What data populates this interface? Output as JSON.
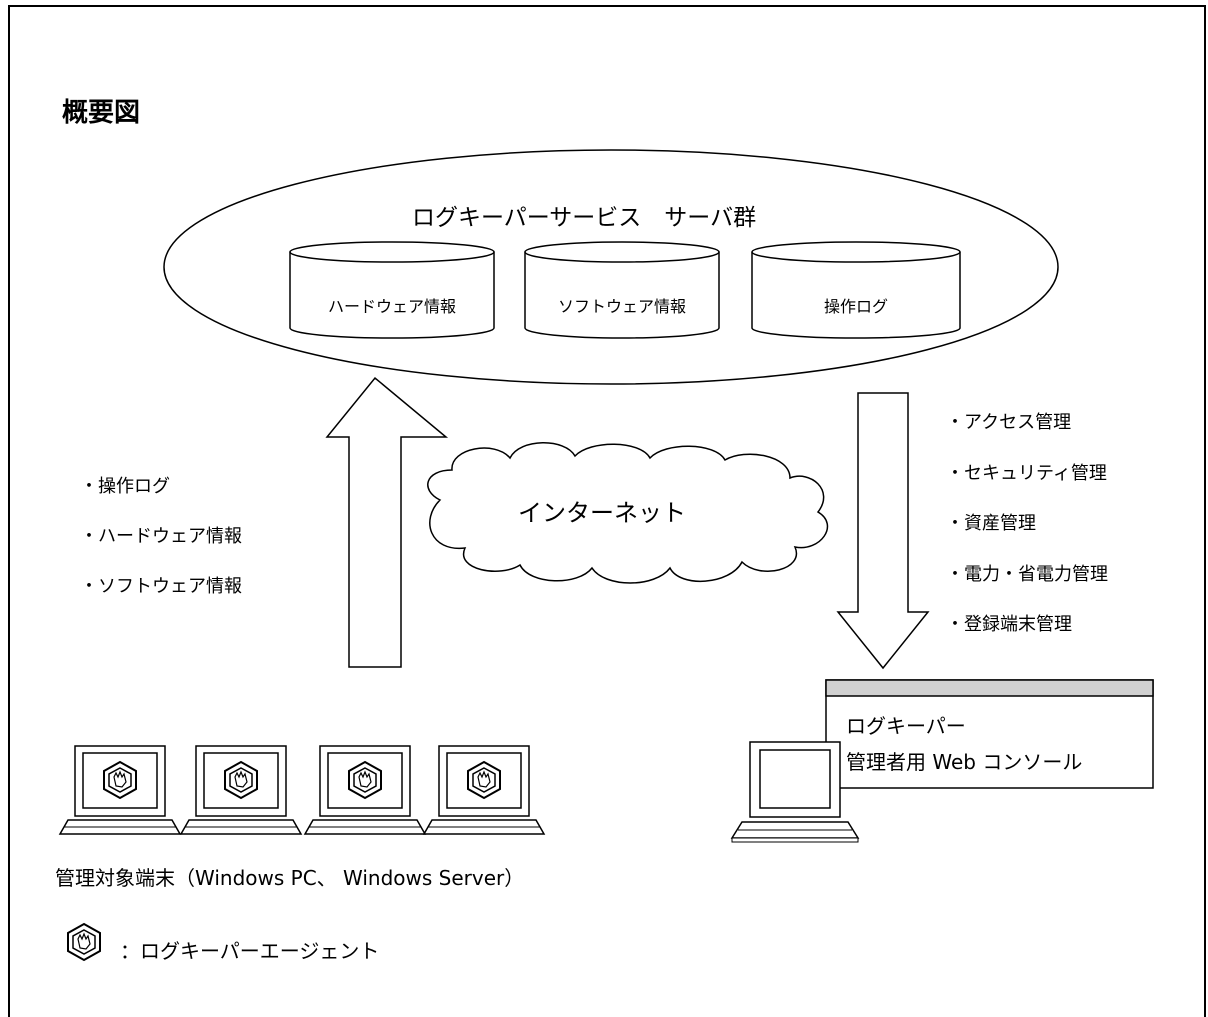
{
  "title": "概要図",
  "server_cluster": {
    "label": "ログキーパーサービス　サーバ群",
    "databases": [
      "ハードウェア情報",
      "ソフトウェア情報",
      "操作ログ"
    ]
  },
  "upload_items": [
    "・操作ログ",
    "・ハードウェア情報",
    "・ソフトウェア情報"
  ],
  "network_label": "インターネット",
  "management_items": [
    "・アクセス管理",
    "・セキュリティ管理",
    "・資産管理",
    "・電力・省電力管理",
    "・登録端末管理"
  ],
  "console": {
    "line1": "ログキーパー",
    "line2": "管理者用 Web コンソール"
  },
  "targets_caption": "管理対象端末（Windows PC、 Windows Server）",
  "agent_legend": "：ログキーパーエージェント",
  "icons": {
    "agent": "shield-hand-icon",
    "terminal": "laptop-icon"
  }
}
